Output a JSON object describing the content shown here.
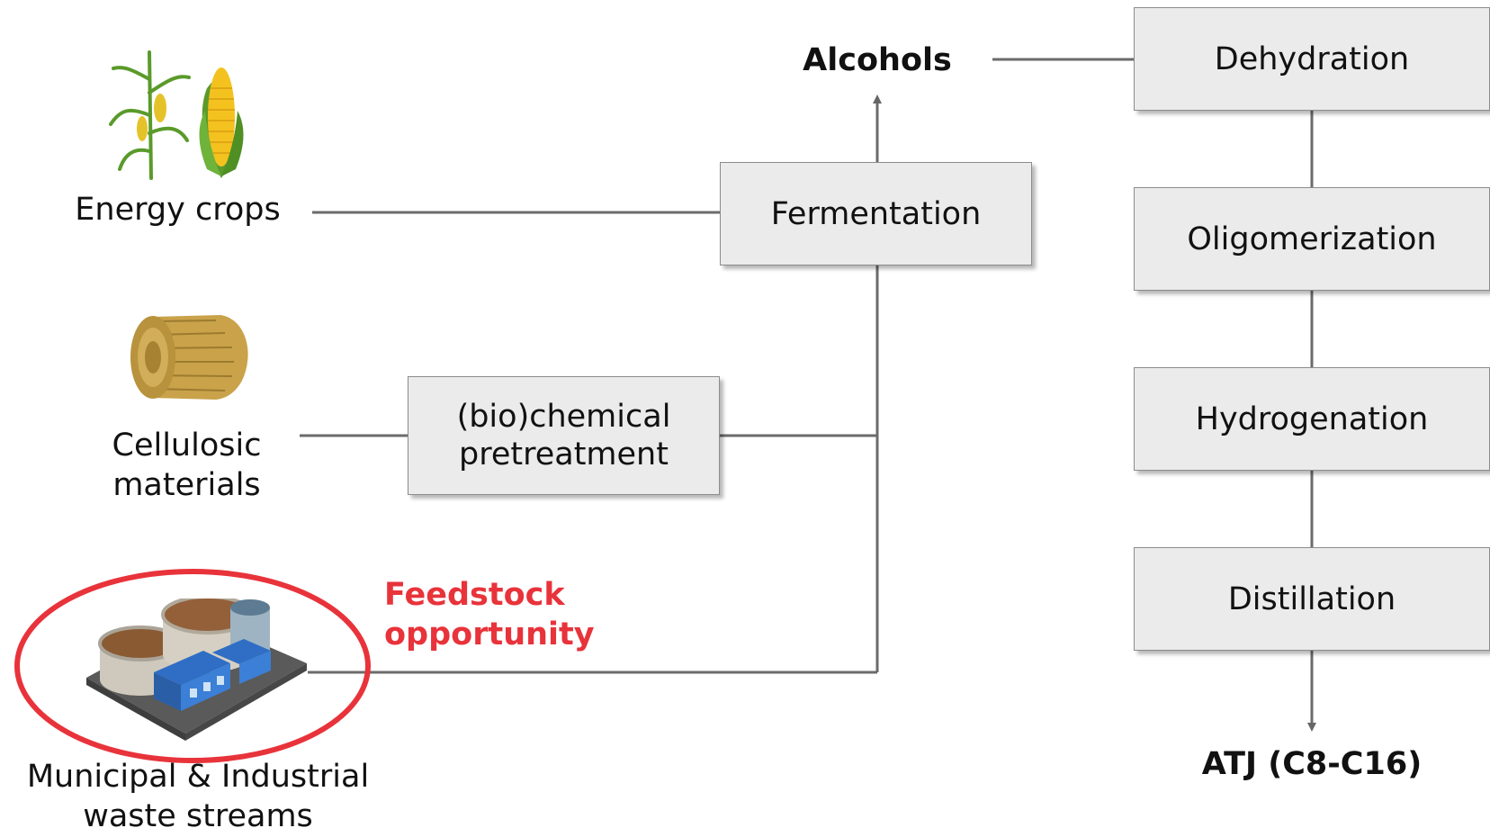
{
  "feedstocks": {
    "energy_crops": "Energy crops",
    "cellulosic_line1": "Cellulosic",
    "cellulosic_line2": "materials",
    "waste_line1": "Municipal & Industrial",
    "waste_line2": "waste streams"
  },
  "process": {
    "pretreatment_line1": "(bio)chemical",
    "pretreatment_line2": "pretreatment",
    "fermentation": "Fermentation",
    "alcohols": "Alcohols",
    "dehydration": "Dehydration",
    "oligomerization": "Oligomerization",
    "hydrogenation": "Hydrogenation",
    "distillation": "Distillation",
    "product": "ATJ (C8-C16)"
  },
  "annotation": {
    "line1": "Feedstock",
    "line2": "opportunity",
    "color": "#e8333b"
  },
  "icons": {
    "corn": "corn-icon",
    "hay_bale": "hay-bale-icon",
    "plant": "wastewater-plant-icon"
  }
}
